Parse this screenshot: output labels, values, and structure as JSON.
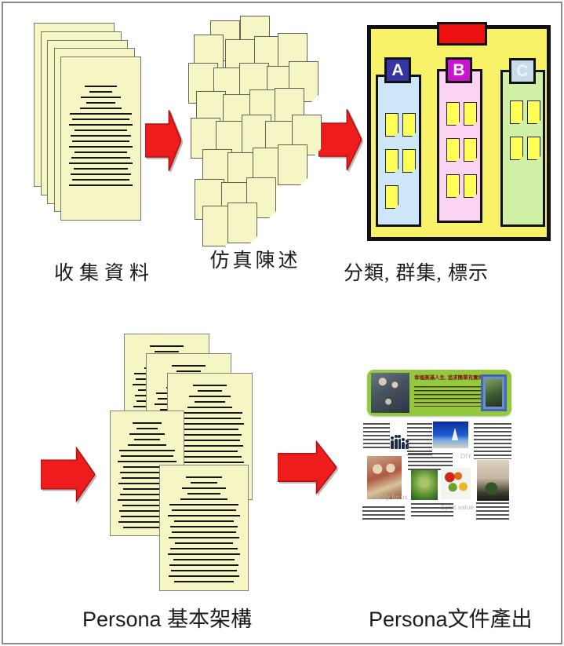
{
  "page": {
    "background": "#ffffff",
    "frame_color": "#8a8a8a"
  },
  "colors": {
    "arrow_red": "#ee1c1c",
    "arrow_edge": "#b01010",
    "sticky_pale": "#f6f6c5",
    "board_yellow": "#f8f268",
    "board_red_box": "#ee1111",
    "note_bright": "#ffff55",
    "banner_green": "#94c83d"
  },
  "stages": [
    {
      "id": "collect",
      "label": "收集資料"
    },
    {
      "id": "statements",
      "label": "仿真陳述"
    },
    {
      "id": "cluster",
      "label": "分類, 群集, 標示"
    },
    {
      "id": "structure",
      "label": "Persona 基本架構"
    },
    {
      "id": "output",
      "label": "Persona文件產出"
    }
  ],
  "board": {
    "columns": [
      {
        "letter": "A",
        "tag_bg": "#3536a4",
        "tag_text": "#ffffff",
        "column_bg": "#cde7f8",
        "notes": 5
      },
      {
        "letter": "B",
        "tag_bg": "#cc14cc",
        "tag_text": "#ffffff",
        "column_bg": "#fbd3f3",
        "notes": 6
      },
      {
        "letter": "C",
        "tag_bg": "#c9dce9",
        "tag_text": "#e9f3f9",
        "column_bg": "#cff0a5",
        "notes": 4
      }
    ]
  },
  "document": {
    "banner_title": "幸福美滿人生, 追求簡單充實的生活",
    "section_labels": [
      "Family focus",
      "DIY",
      "Spirit value"
    ]
  }
}
